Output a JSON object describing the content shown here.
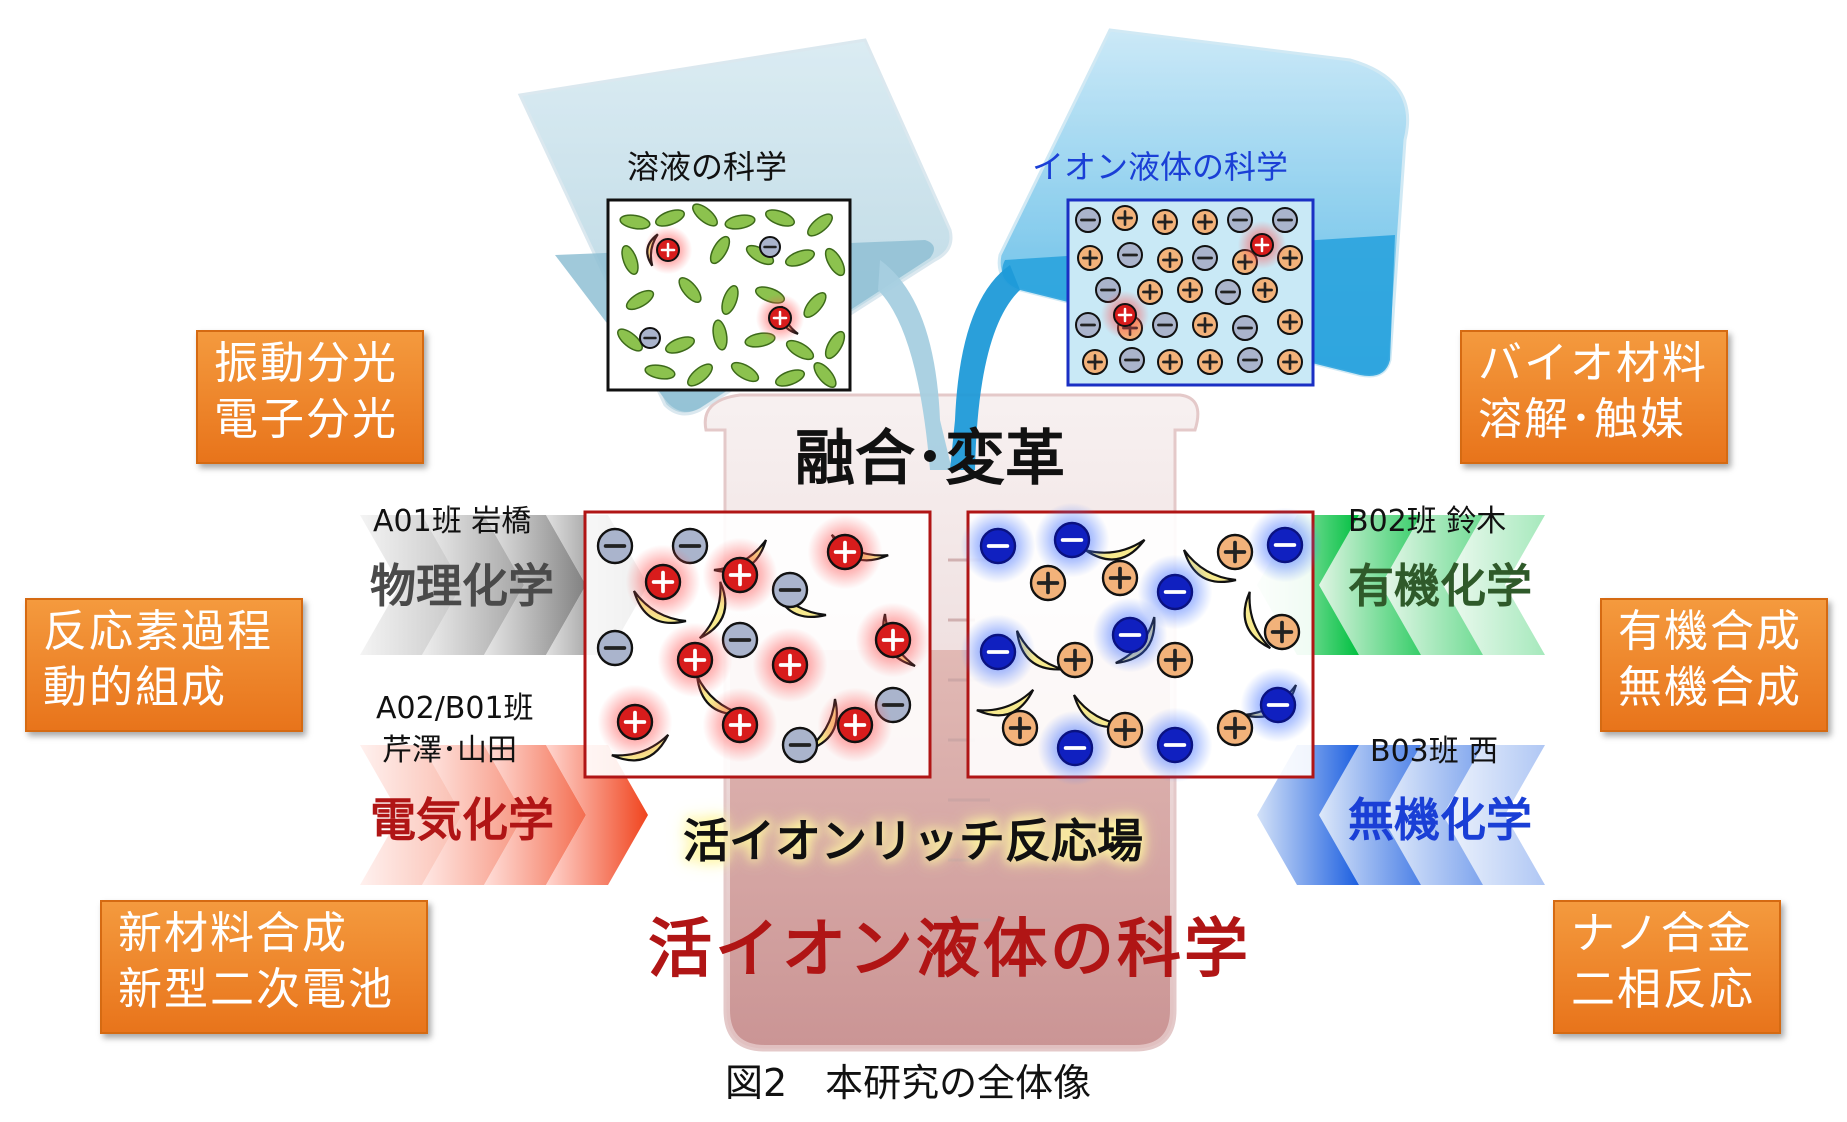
{
  "beakers": {
    "left_label": "溶液の科学",
    "right_label": "イオン液体の科学",
    "right_label_color": "#1a3fd6"
  },
  "headline": "融合･変革",
  "left_boxes": [
    {
      "lines": [
        "振動分光",
        "電子分光"
      ]
    },
    {
      "lines": [
        "反応素過程",
        "動的組成"
      ]
    },
    {
      "lines": [
        "新材料合成",
        "新型二次電池"
      ]
    }
  ],
  "right_boxes": [
    {
      "lines": [
        "バイオ材料",
        "溶解･触媒"
      ]
    },
    {
      "lines": [
        "有機合成",
        "無機合成"
      ]
    },
    {
      "lines": [
        "ナノ合金",
        "二相反応"
      ]
    }
  ],
  "teams": {
    "a01": {
      "team": "A01班 岩橋",
      "field": "物理化学",
      "color": "#4a4a4a"
    },
    "a02": {
      "team_line1": "A02/B01班",
      "team_line2": "芹澤･山田",
      "field": "電気化学",
      "color": "#b01515"
    },
    "b02": {
      "team": "B02班 鈴木",
      "field": "有機化学",
      "color": "#2f5a2a"
    },
    "b03": {
      "team": "B03班 西",
      "field": "無機化学",
      "color": "#1a3fd6"
    }
  },
  "reaction_field": "活イオンリッチ反応場",
  "main_title": "活イオン液体の科学",
  "caption": "図2　本研究の全体像",
  "colors": {
    "box_orange": "#ee8127",
    "cation_red": "#d81c1c",
    "anion_gray": "#aab4cc",
    "anion_blue": "#1020c0",
    "cation_tan": "#f2b27a",
    "crescent": "#f7ea8e",
    "solvent_green": "#8cc24e"
  }
}
